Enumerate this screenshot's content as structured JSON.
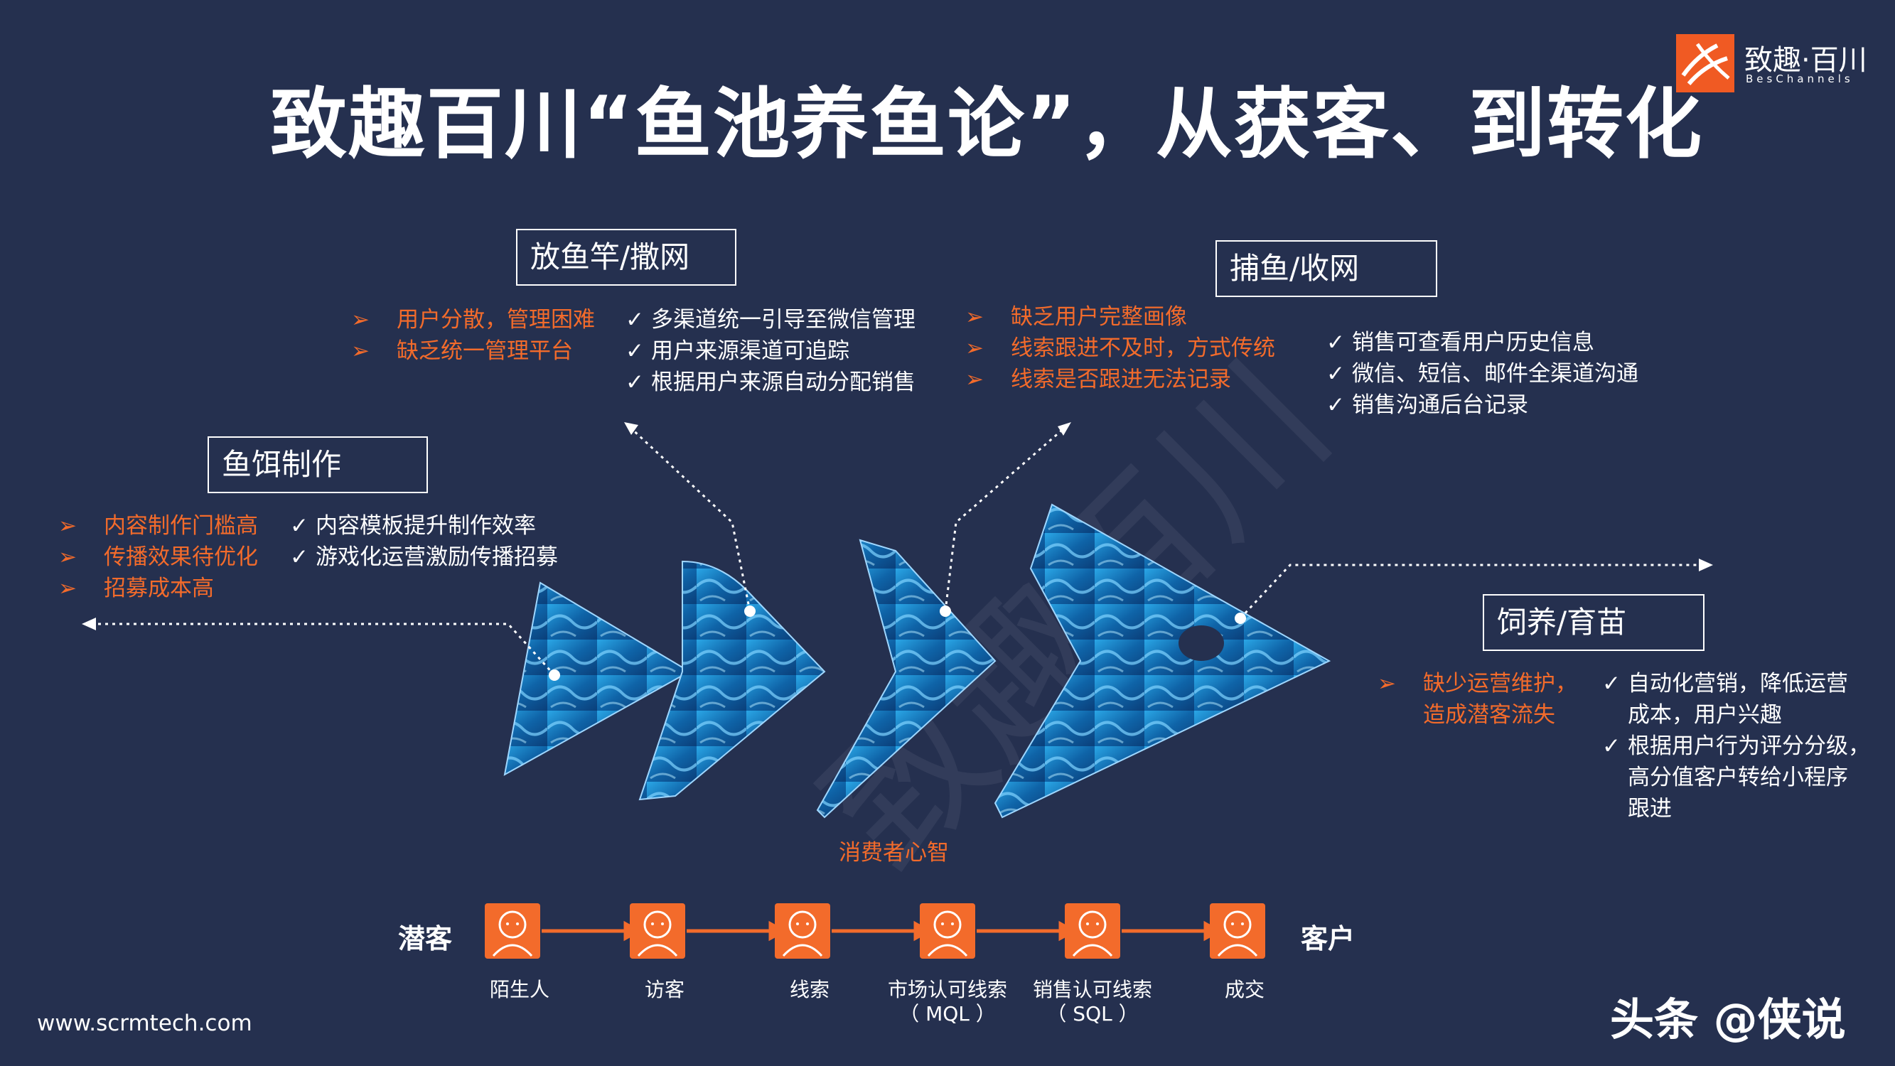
{
  "title": "致趣百川“鱼池养鱼论”，从获客、到转化",
  "logo": {
    "name": "致趣·百川",
    "sub": "BesChannels"
  },
  "stages": [
    {
      "label": "鱼饵制作",
      "pains": [
        "内容制作门槛高",
        "传播效果待优化",
        "招募成本高"
      ],
      "solutions": [
        "内容模板提升制作效率",
        "游戏化运营激励传播招募"
      ]
    },
    {
      "label": "放鱼竿/撒网",
      "pains": [
        "用户分散，管理困难",
        "缺乏统一管理平台"
      ],
      "solutions": [
        "多渠道统一引导至微信管理",
        "用户来源渠道可追踪",
        "根据用户来源自动分配销售"
      ]
    },
    {
      "label": "捕鱼/收网",
      "pains": [
        "缺乏用户完整画像",
        "线索跟进不及时，方式传统",
        "线索是否跟进无法记录"
      ],
      "solutions": [
        "销售可查看用户历史信息",
        "微信、短信、邮件全渠道沟通",
        "销售沟通后台记录"
      ]
    },
    {
      "label": "饲养/育苗",
      "pains": [
        "缺少运营维护，",
        "造成潜客流失"
      ],
      "solutions": [
        "自动化营销，降低运营",
        "成本，用户兴趣",
        "根据用户行为评分分级，",
        "高分值客户转给小程序",
        "跟进"
      ]
    }
  ],
  "center_label": "消费者心智",
  "funnel": {
    "start": "潜客",
    "end": "客户",
    "steps": [
      {
        "label": "陌生人",
        "sub": ""
      },
      {
        "label": "访客",
        "sub": ""
      },
      {
        "label": "线索",
        "sub": ""
      },
      {
        "label": "市场认可线索",
        "sub": "（ MQL ）"
      },
      {
        "label": "销售认可线索",
        "sub": "（ SQL ）"
      },
      {
        "label": "成交",
        "sub": ""
      }
    ]
  },
  "footer": {
    "site": "www.scrmtech.com",
    "credit": "头条 @侠说"
  },
  "colors": {
    "background": "#25304f",
    "accent": "#f36b2b",
    "fish": "#1f7fc4",
    "text": "#ffffff"
  },
  "icons": {
    "pain": "arrow-bullet-icon",
    "solution": "check-icon",
    "person": "person-icon"
  }
}
